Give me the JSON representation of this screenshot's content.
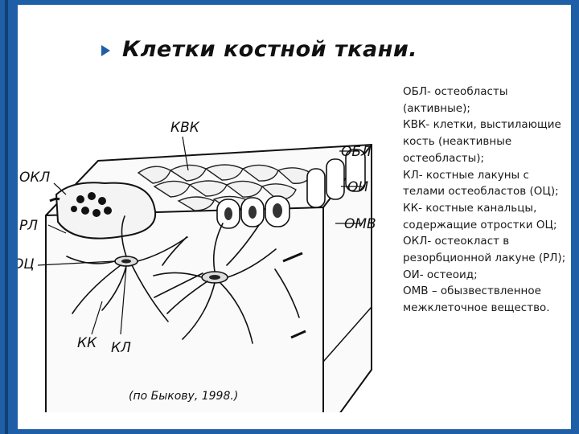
{
  "slide": {
    "title": "Клетки костной ткани.",
    "caption": "(по Быкову, 1998.)",
    "legend": "ОБЛ- остеобласты (активные);\nКВК- клетки, выстилающие кость (неактивные остеобласты);\nКЛ- костные лакуны с телами остеобластов (ОЦ);\nКК- костные канальцы, содержащие отростки ОЦ;\nОКЛ- остеокласт в резорбционной лакуне (РЛ);\nОИ- остеоид;\nОМВ – обызвествленное межклеточное вещество."
  },
  "figure": {
    "labels": {
      "kvk": "КВК",
      "obl": "ОБЛ",
      "okl": "ОКЛ",
      "oi": "ОИ",
      "rl": "РЛ",
      "omv": "ОМВ",
      "oc": "ОЦ",
      "kk": "КК",
      "kl": "КЛ"
    }
  },
  "colors": {
    "frame": "#1f5fa8",
    "line": "#111111"
  }
}
